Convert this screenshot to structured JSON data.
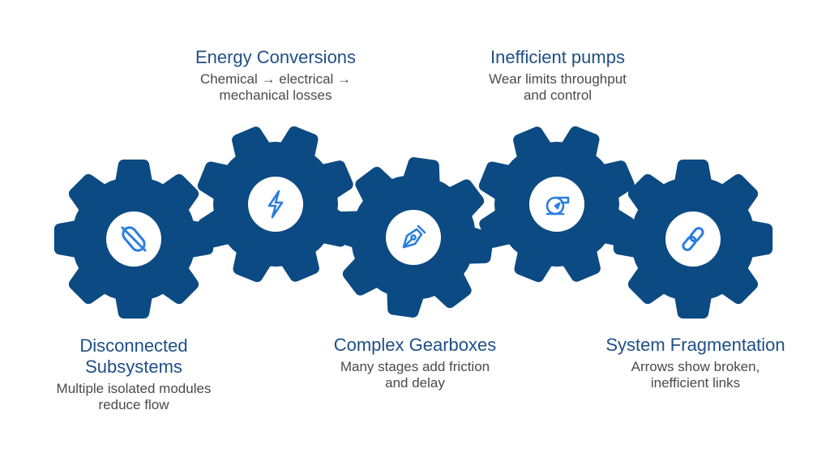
{
  "colors": {
    "gear": "#0c4a83",
    "icon": "#2a7ee0",
    "title": "#1f4f86",
    "text": "#4a4a4a"
  },
  "steps": [
    {
      "icon": "unlink-icon",
      "title_lines": [
        "Disconnected",
        "Subsystems"
      ],
      "desc_lines": [
        "Multiple isolated modules",
        "reduce flow"
      ]
    },
    {
      "icon": "lightning-bolt-icon",
      "title_lines": [
        "Energy Conversions"
      ],
      "desc_lines": [
        "Chemical → electrical →",
        "mechanical losses"
      ]
    },
    {
      "icon": "pen-nib-icon",
      "title_lines": [
        "Complex Gearboxes"
      ],
      "desc_lines": [
        "Many stages add friction",
        "and delay"
      ]
    },
    {
      "icon": "pump-icon",
      "title_lines": [
        "Inefficient pumps"
      ],
      "desc_lines": [
        "Wear limits throughput",
        "and control"
      ]
    },
    {
      "icon": "link-icon",
      "title_lines": [
        "System Fragmentation"
      ],
      "desc_lines": [
        "Arrows show broken,",
        "inefficient links"
      ]
    }
  ]
}
